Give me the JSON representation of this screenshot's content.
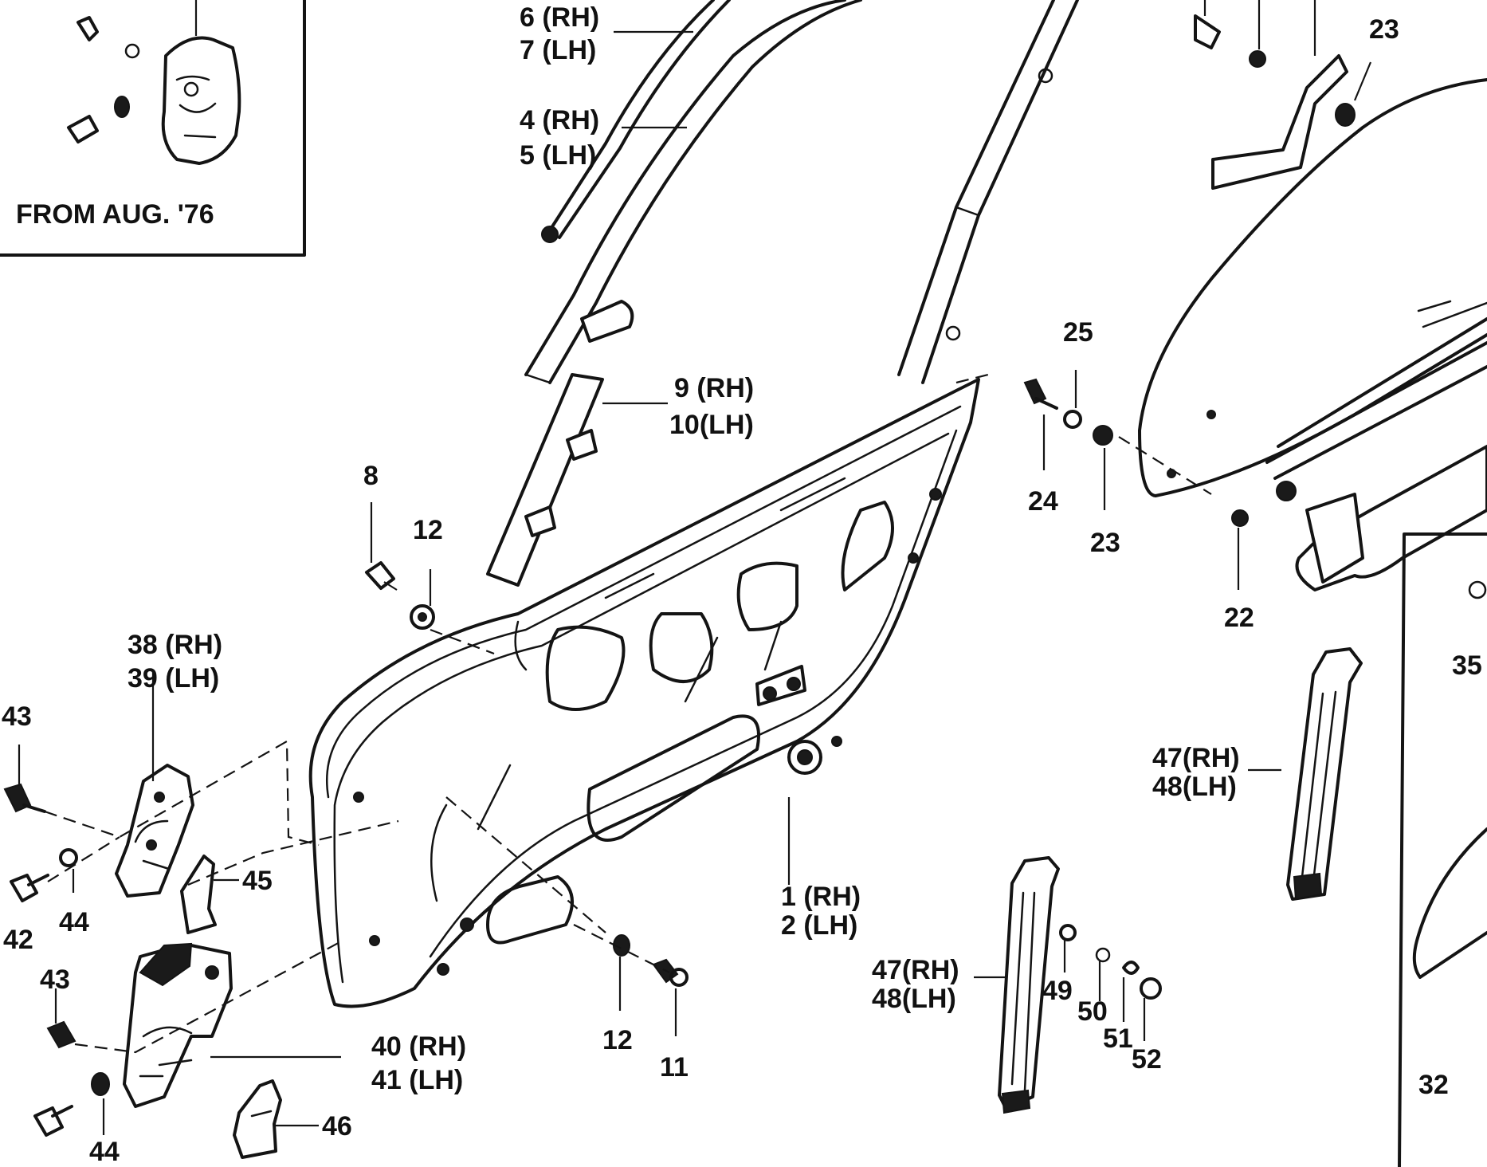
{
  "inset": {
    "caption": "FROM AUG. '76"
  },
  "labels": {
    "l6": "6 (RH)",
    "l7": "7 (LH)",
    "l4": "4 (RH)",
    "l5": "5 (LH)",
    "l9": "9 (RH)",
    "l10": "10(LH)",
    "l8": "8",
    "l12a": "12",
    "l38": "38 (RH)",
    "l39": "39 (LH)",
    "l43a": "43",
    "l42": "42",
    "l44a": "44",
    "l45": "45",
    "l43b": "43",
    "l44b": "44",
    "l46": "46",
    "l40": "40 (RH)",
    "l41": "41 (LH)",
    "l12b": "12",
    "l11": "11",
    "l1": "1 (RH)",
    "l2": "2 (LH)",
    "l25": "25",
    "l24": "24",
    "l23a": "23",
    "l23b": "23",
    "l22": "22",
    "l35": "35",
    "l47a": "47(RH)",
    "l48a": "48(LH)",
    "l47b": "47(RH)",
    "l48b": "48(LH)",
    "l49": "49",
    "l50": "50",
    "l51": "51",
    "l52": "52",
    "l32": "32"
  }
}
